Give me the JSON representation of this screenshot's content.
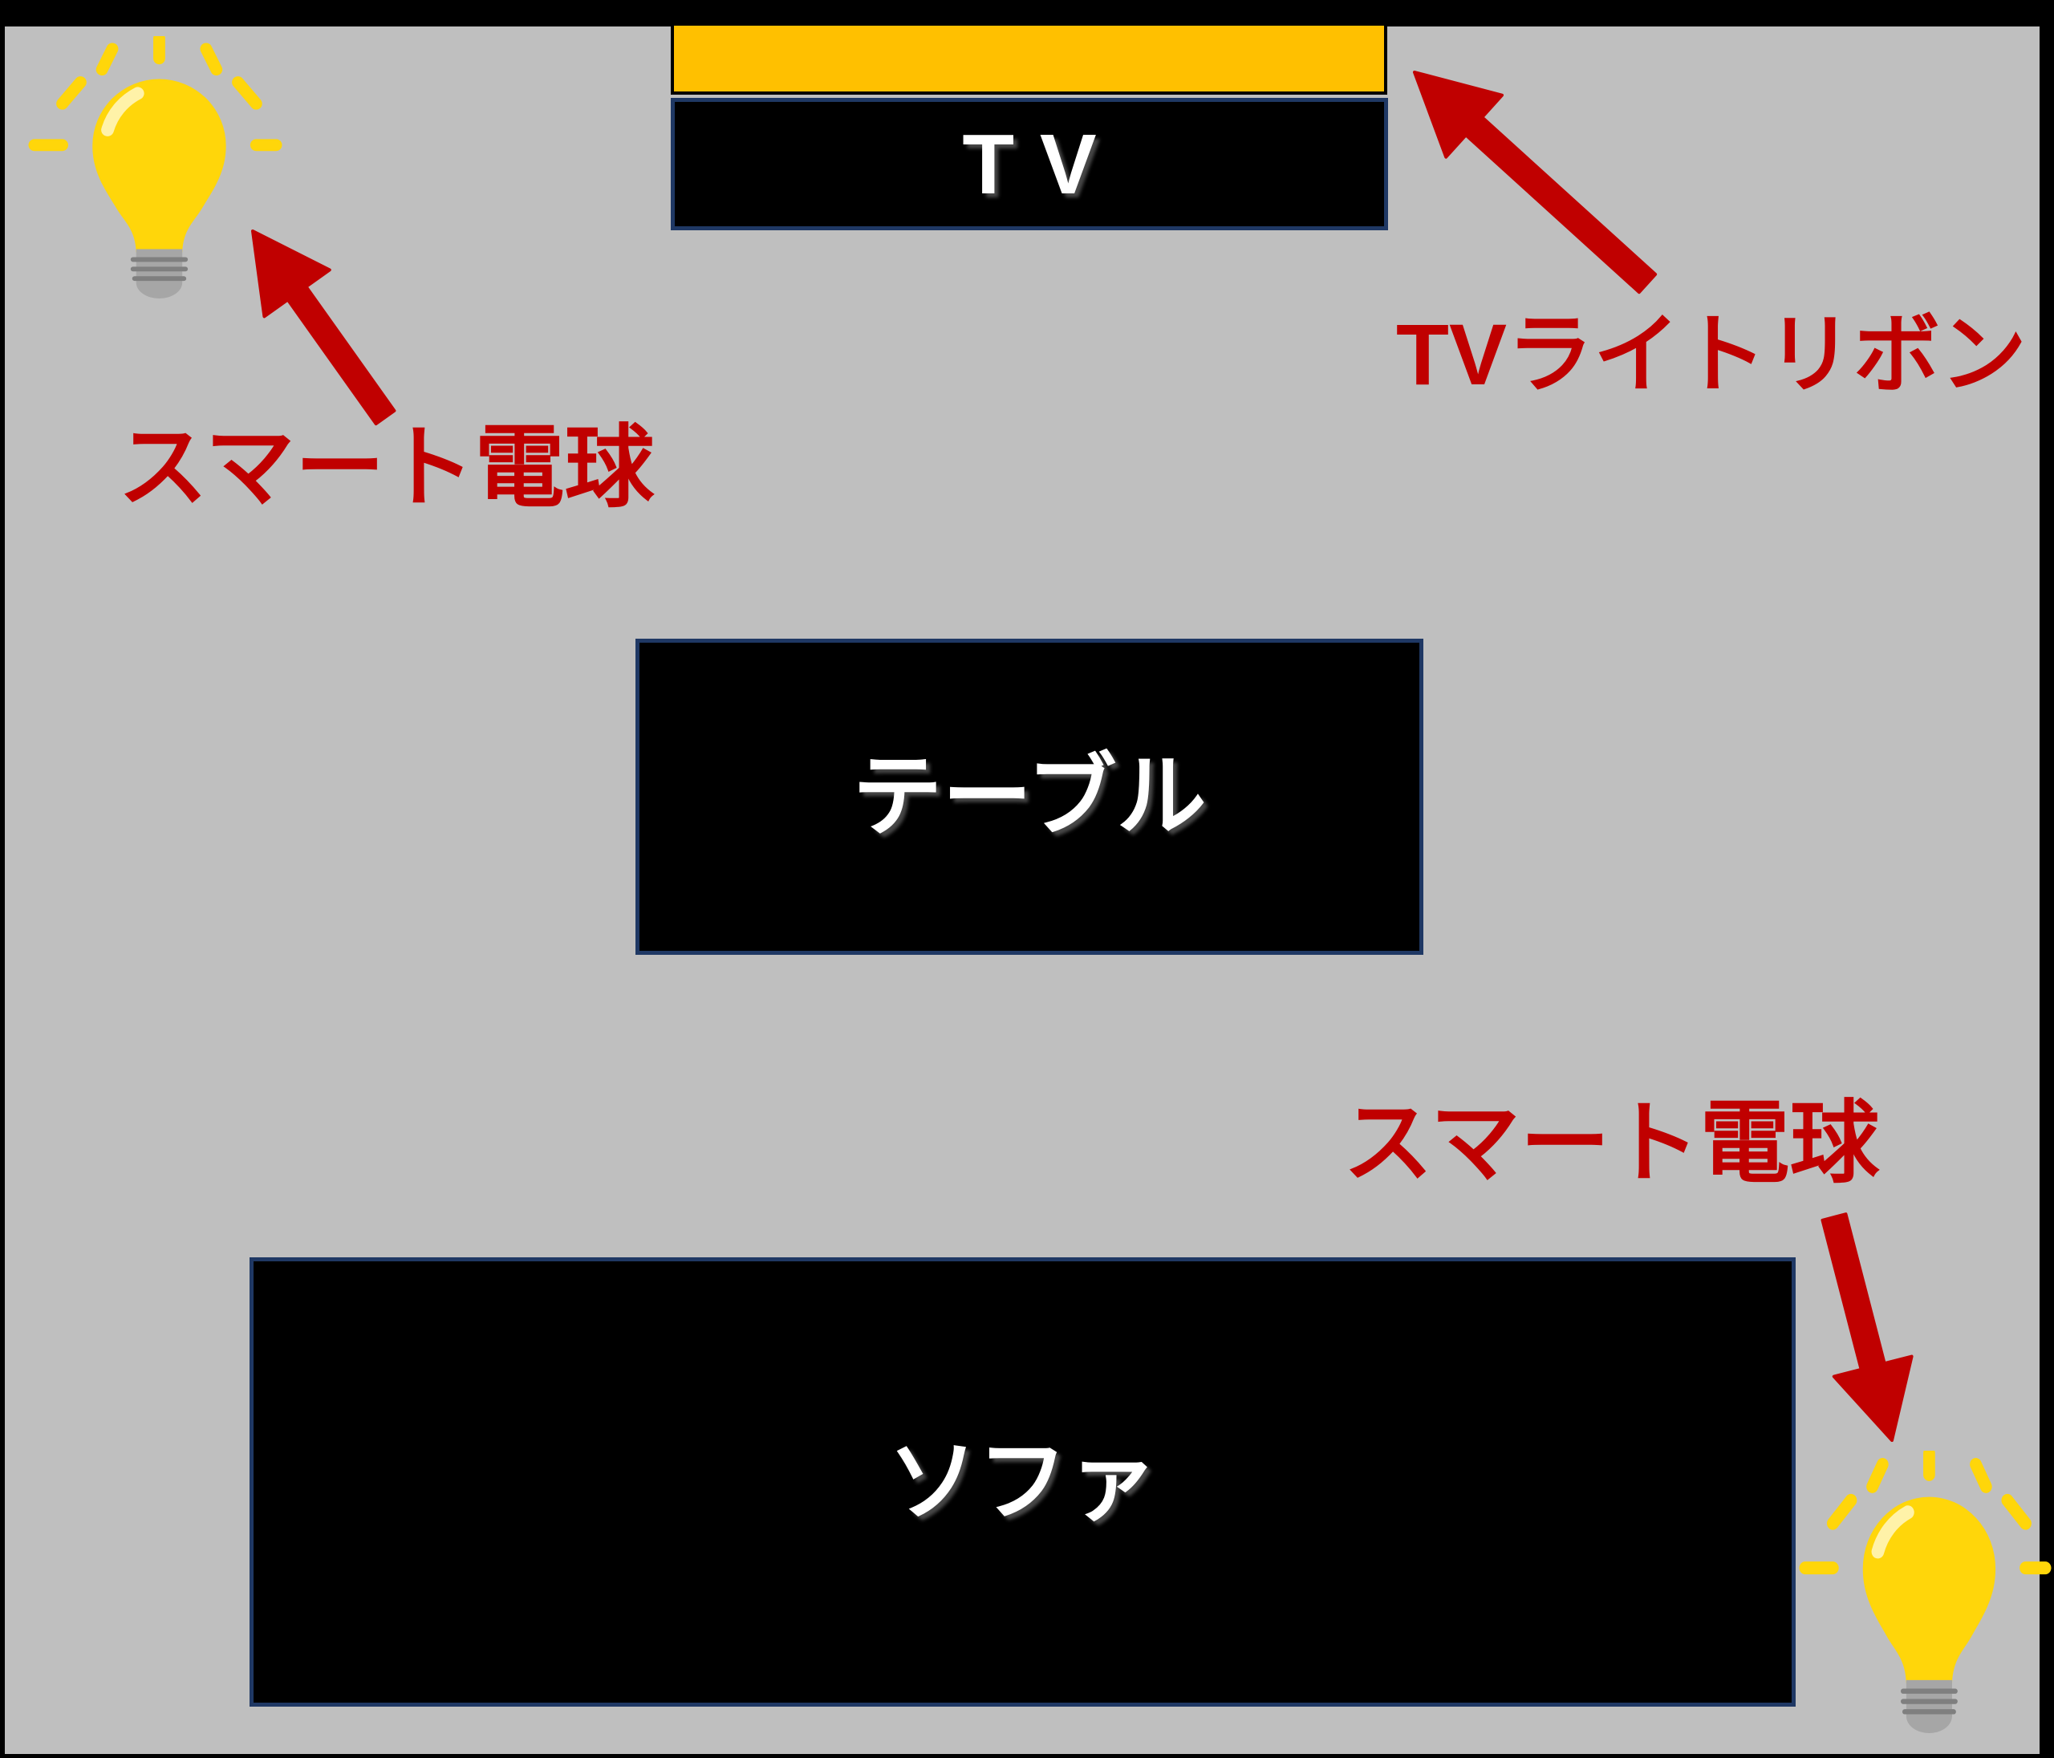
{
  "canvas": {
    "background_color": "#BFBFBF",
    "frame_color": "#000000"
  },
  "colors": {
    "annotation_red": "#C00000",
    "furniture_box_fill": "#000000",
    "furniture_box_border": "#1F3864",
    "ribbon_yellow": "#FFC000",
    "bulb_yellow": "#FFD60A",
    "bulb_base_gray": "#A6A6A6",
    "label_white": "#FFFFFF"
  },
  "furniture": {
    "tv": {
      "label": "TV"
    },
    "table": {
      "label": "テーブル"
    },
    "sofa": {
      "label": "ソファ"
    }
  },
  "annotations": {
    "smart_bulb_top_left": {
      "label": "スマート電球"
    },
    "tv_light_ribbon": {
      "label": "TVライトリボン"
    },
    "smart_bulb_bottom_right": {
      "label": "スマート電球"
    }
  },
  "icons": {
    "bulb_top_left": "light-bulb-icon",
    "bulb_bottom_right": "light-bulb-icon"
  }
}
